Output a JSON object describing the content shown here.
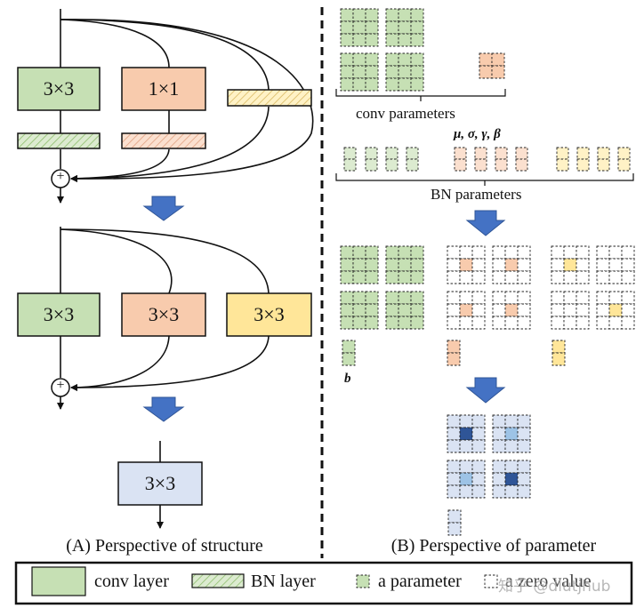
{
  "panel_a": {
    "block1": {
      "green_label": "3×3",
      "orange_label": "1×1"
    },
    "block2": {
      "green_label": "3×3",
      "orange_label": "3×3",
      "yellow_label": "3×3"
    },
    "block3": {
      "blue_label": "3×3"
    },
    "plus_symbol": "+",
    "caption": "(A) Perspective of structure"
  },
  "panel_b": {
    "conv_label": "conv parameters",
    "bn_symbols": "μ,  σ,  γ,  β",
    "bn_label": "BN parameters",
    "bias_label": "b",
    "caption": "(B) Perspective of parameter"
  },
  "legend": {
    "conv_layer": "conv layer",
    "bn_layer": "BN layer",
    "a_parameter": "a parameter",
    "zero_value": "a zero value"
  },
  "watermark": "知乎 @dlutjhub",
  "colors": {
    "green": "#c6e0b4",
    "orange": "#f8cbad",
    "yellow": "#ffe699",
    "blue": "#dae3f3",
    "dark_blue": "#2f5597",
    "light_blue": "#9dc3e6",
    "arrow_blue": "#4472c4"
  }
}
